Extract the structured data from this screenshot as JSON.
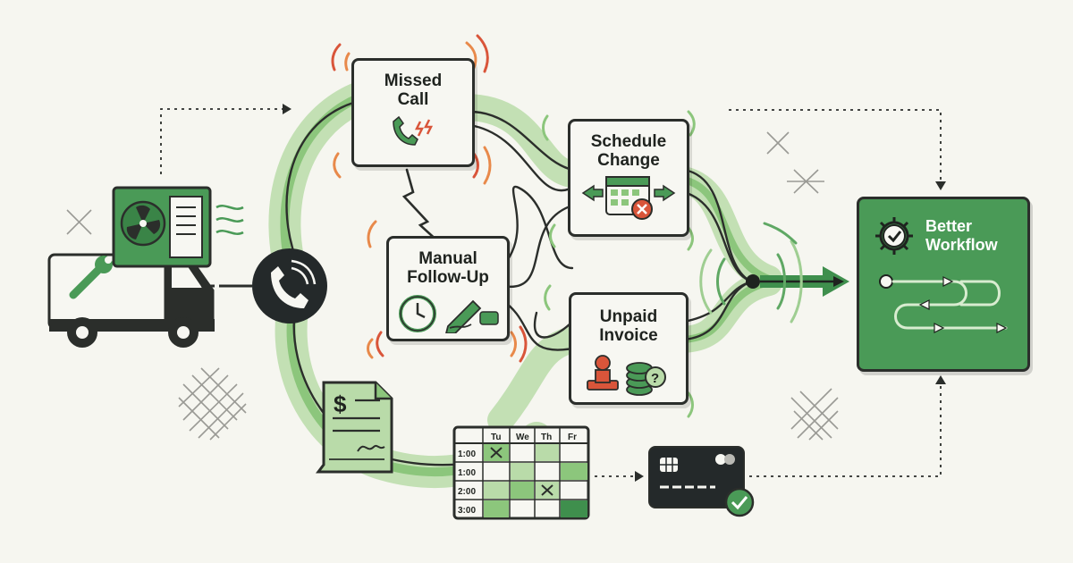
{
  "cards": {
    "missed_call": {
      "line1": "Missed",
      "line2": "Call"
    },
    "schedule_change": {
      "line1": "Schedule",
      "line2": "Change"
    },
    "manual_followup": {
      "line1": "Manual",
      "line2": "Follow-Up"
    },
    "unpaid_invoice": {
      "line1": "Unpaid",
      "line2": "Invoice"
    }
  },
  "result": {
    "line1": "Better",
    "line2": "Workflow"
  },
  "calendar": {
    "days": [
      "Tu",
      "We",
      "Th",
      "Fr"
    ],
    "times": [
      "1:00",
      "1:00",
      "2:00",
      "3:00"
    ]
  },
  "invoice": {
    "symbol": "$"
  },
  "colors": {
    "accent_green": "#4a9a57",
    "light_green": "#b9dba9",
    "alert_red": "#d9553a",
    "alert_orange": "#e8894a",
    "ink": "#2b2e2b",
    "background": "#f6f6f0"
  }
}
